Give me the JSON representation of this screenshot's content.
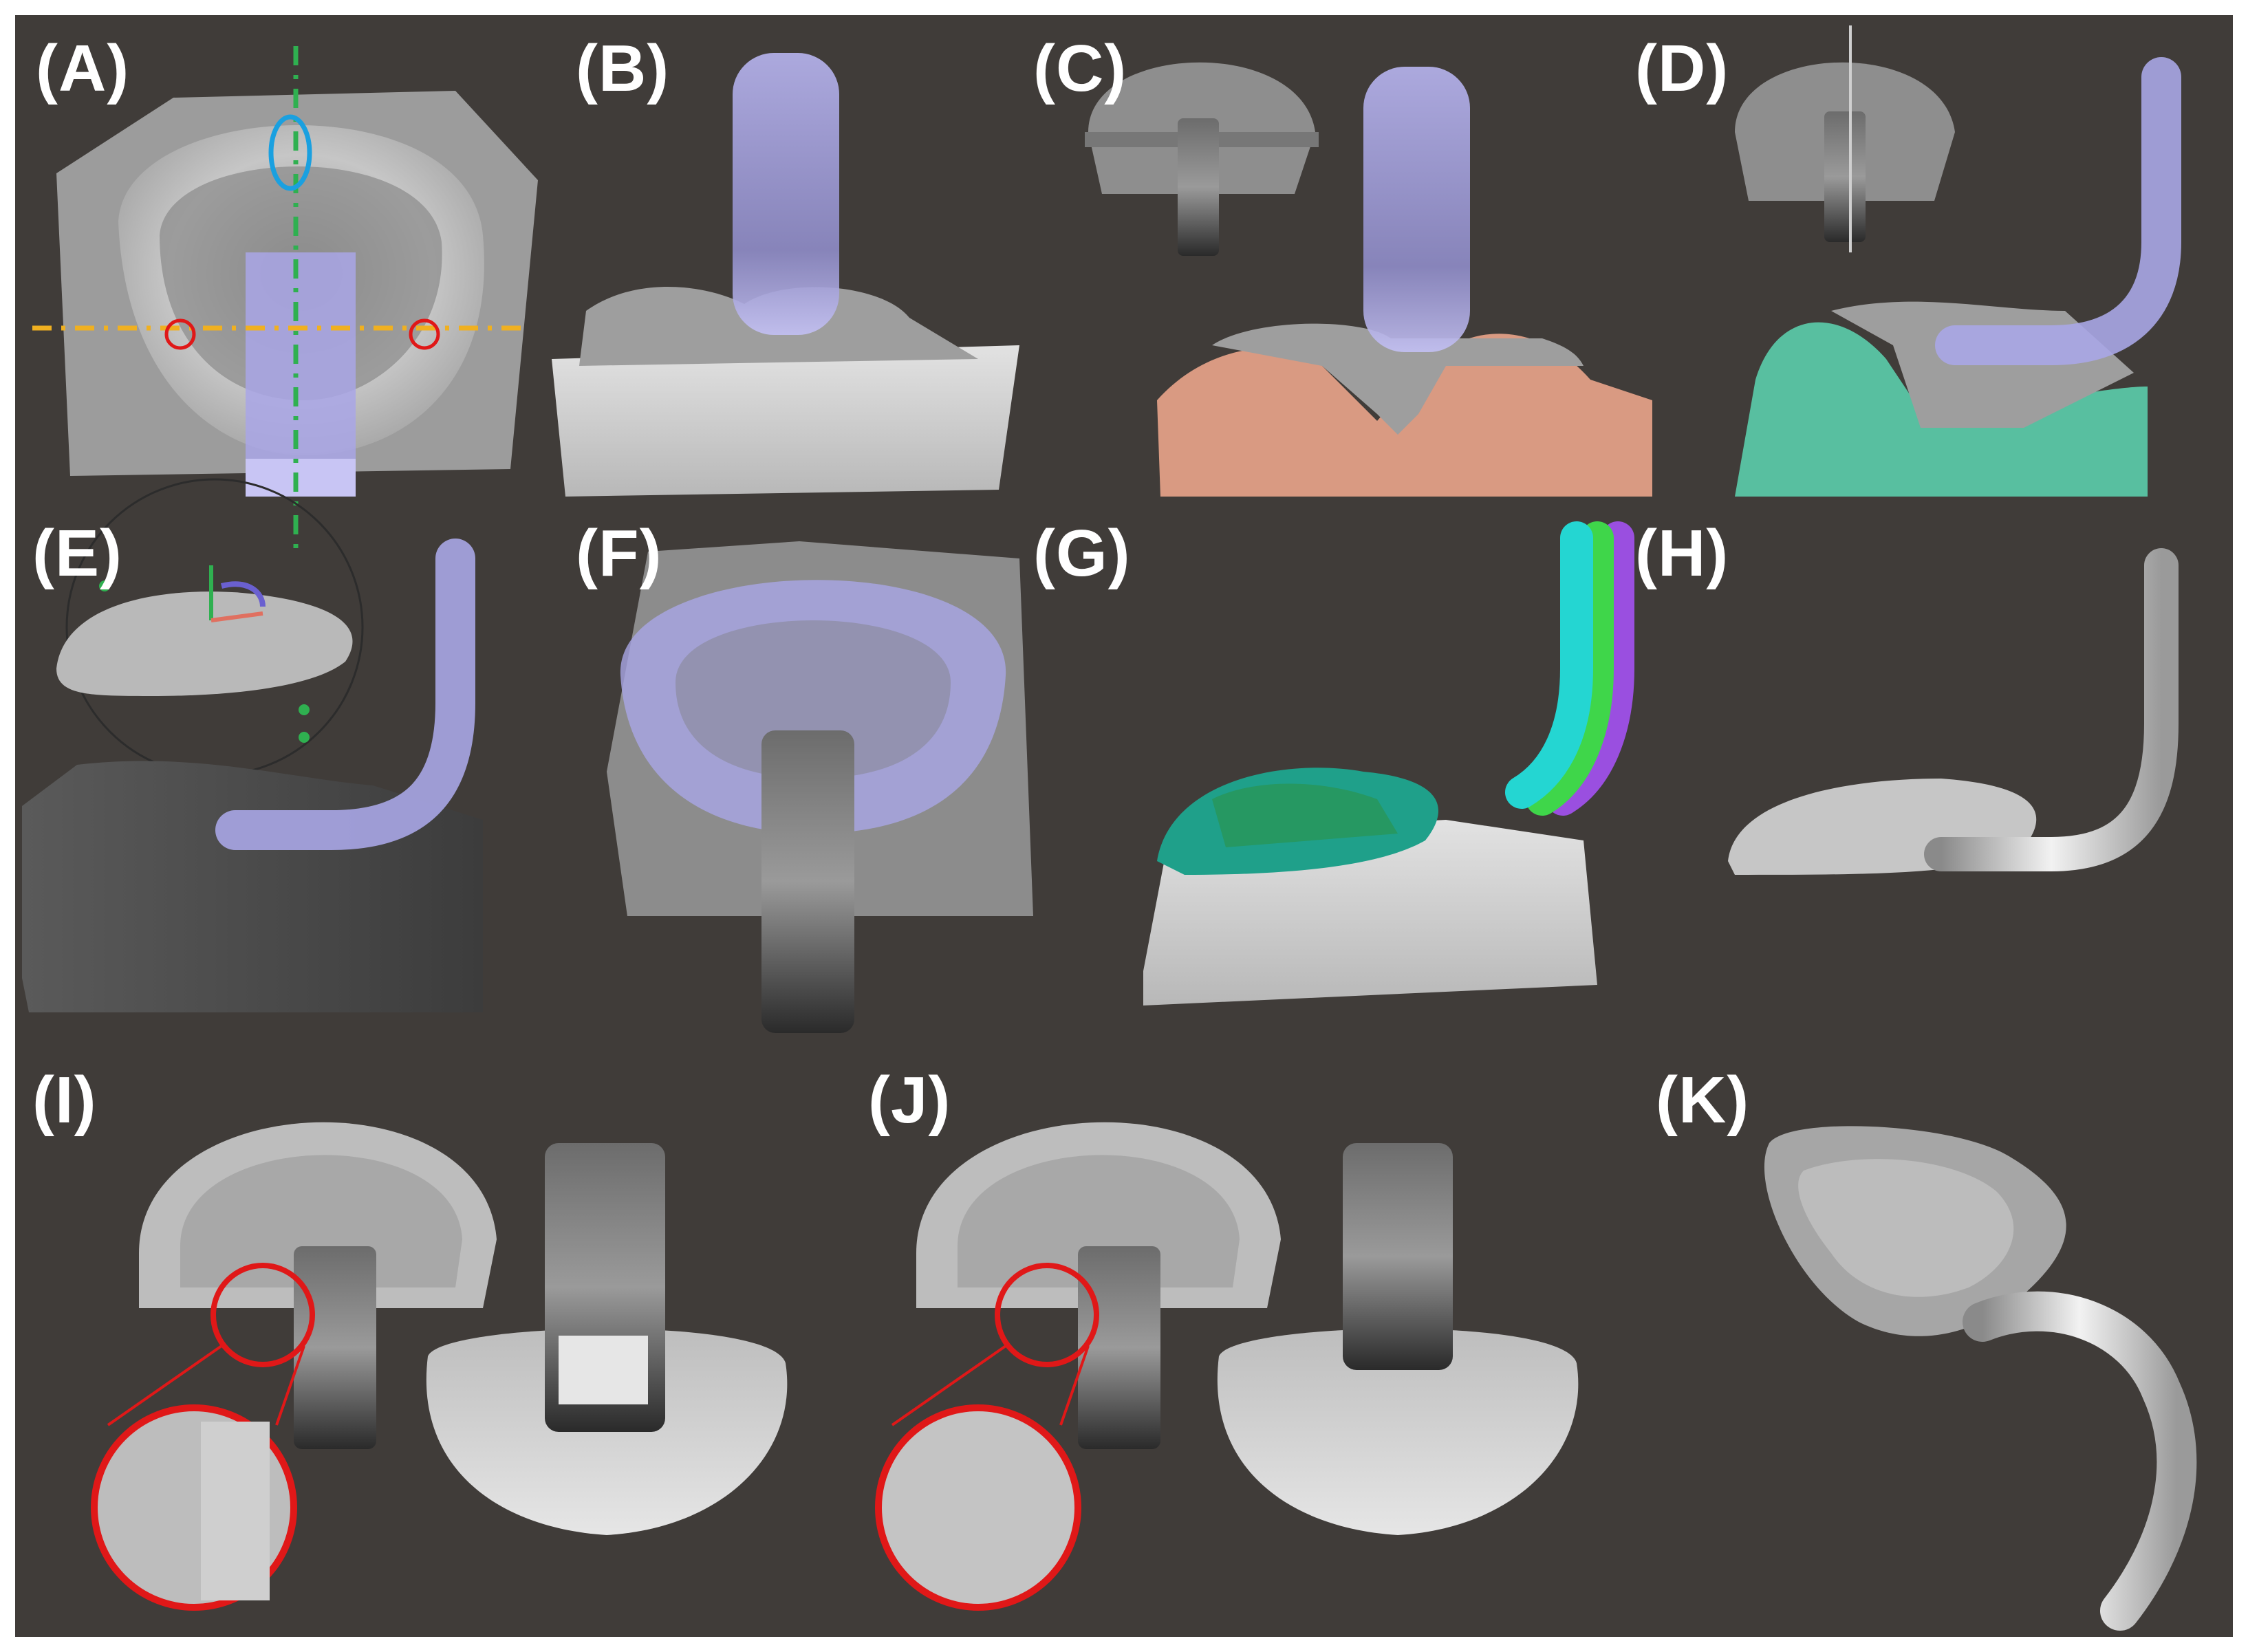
{
  "figure": {
    "background": "#403c39",
    "colors": {
      "model_gray": "#bdbdbd",
      "model_dark": "#6a6a6a",
      "lavender": "#a9a6e6",
      "salmon": "#d99a82",
      "teal": "#58bfa0",
      "cyan": "#24d6d2",
      "green": "#3fd64a",
      "purple": "#9a4fe0",
      "guide_green": "#2fb050",
      "guide_orange": "#f0b020",
      "guide_blue": "#1aa0e0",
      "mark_red": "#e01818"
    },
    "panels": [
      {
        "id": "A",
        "label": "(A)"
      },
      {
        "id": "B",
        "label": "(B)"
      },
      {
        "id": "C",
        "label": "(C)"
      },
      {
        "id": "D",
        "label": "(D)"
      },
      {
        "id": "E",
        "label": "(E)"
      },
      {
        "id": "F",
        "label": "(F)"
      },
      {
        "id": "G",
        "label": "(G)"
      },
      {
        "id": "H",
        "label": "(H)"
      },
      {
        "id": "I",
        "label": "(I)"
      },
      {
        "id": "J",
        "label": "(J)"
      },
      {
        "id": "K",
        "label": "(K)"
      }
    ]
  }
}
